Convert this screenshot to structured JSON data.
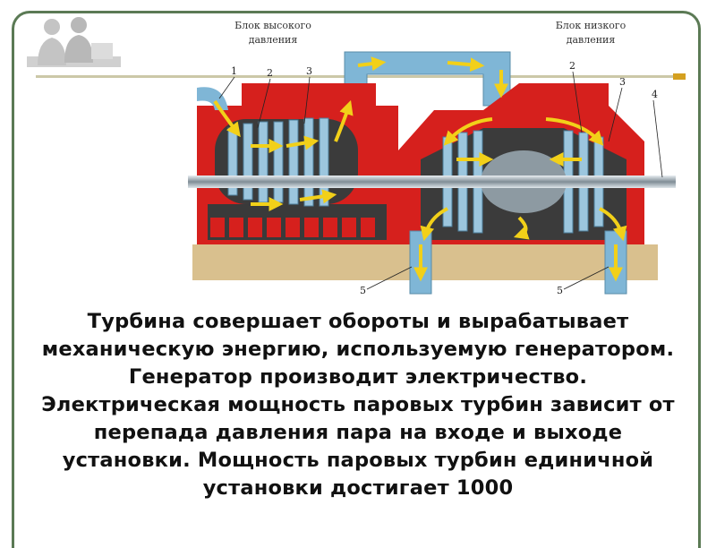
{
  "diagram": {
    "header_left": [
      "Блок высокого",
      "давления"
    ],
    "header_right": [
      "Блок низкого",
      "давления"
    ],
    "numbers": {
      "n1": "1",
      "n2": "2",
      "n3": "3",
      "n4": "4",
      "n5": "5"
    }
  },
  "caption": {
    "paragraph1": "Турбина совершает обороты и вырабатывает механическую энергию, используемую генератором. Генератор производит электричество.",
    "paragraph2": "Электрическая мощность паровых турбин зависит от перепада давления пара на входе и выходе установки. Мощность паровых турбин единичной установки достигает 1000"
  },
  "colors": {
    "casing_red": "#d6201d",
    "steam_blue": "#7fb6d6",
    "arrow_yellow": "#f2d019",
    "foundation": "#d9c08e",
    "frame_green": "#5b7a55"
  }
}
